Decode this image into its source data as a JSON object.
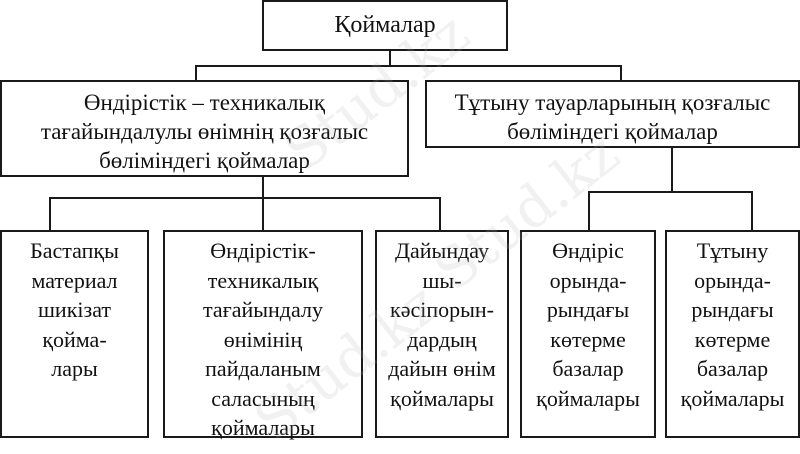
{
  "diagram": {
    "root": {
      "lines": [
        "Қоймалар"
      ]
    },
    "level1": [
      {
        "lines": [
          "Өндірістік – техникалық",
          "тағайындалулы өнімнің қозғалыс",
          "бөліміндегі қоймалар"
        ]
      },
      {
        "lines": [
          "Тұтыну тауарларының қозғалыс",
          "бөліміндегі қоймалар"
        ]
      }
    ],
    "level2": [
      {
        "parent": 0,
        "lines": [
          "Бастапқы",
          "материал",
          "шикізат",
          "қойма-",
          "лары"
        ]
      },
      {
        "parent": 0,
        "lines": [
          "Өндірістік-",
          "техникалық",
          "тағайындалу",
          "өнімінің",
          "пайдаланым",
          "саласының",
          "қоймалары"
        ]
      },
      {
        "parent": 0,
        "lines": [
          "Дайындау",
          "шы-",
          "кәсіпорын-",
          "дардың",
          "дайын өнім",
          "қоймалары"
        ]
      },
      {
        "parent": 1,
        "lines": [
          "Өндіріс",
          "орында-",
          "рындағы",
          "көтерме",
          "базалар",
          "қоймалары"
        ]
      },
      {
        "parent": 1,
        "lines": [
          "Тұтыну",
          "орында-",
          "рындағы",
          "көтерме",
          "базалар",
          "қоймалары"
        ]
      }
    ]
  },
  "watermark": {
    "text": "Stud.kz"
  }
}
